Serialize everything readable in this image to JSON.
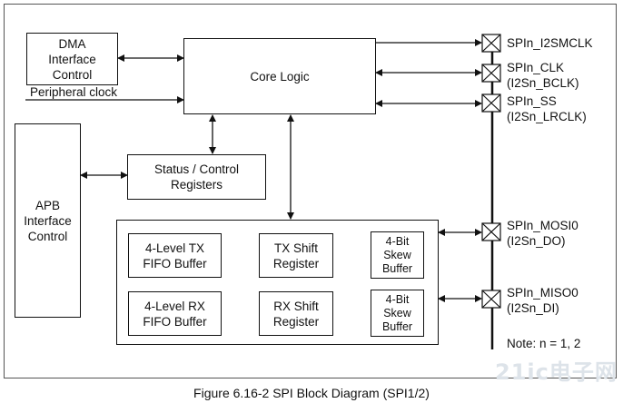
{
  "blocks": {
    "dma": "DMA\nInterface\nControl",
    "core": "Core Logic",
    "apb": "APB\nInterface\nControl",
    "status": "Status / Control\nRegisters",
    "tx_fifo": "4-Level TX\nFIFO Buffer",
    "tx_shift": "TX Shift\nRegister",
    "tx_skew": "4-Bit\nSkew\nBuffer",
    "rx_fifo": "4-Level RX\nFIFO Buffer",
    "rx_shift": "RX Shift\nRegister",
    "rx_skew": "4-Bit\nSkew\nBuffer"
  },
  "peripheral_clock": "Peripheral clock",
  "pins": [
    {
      "text": "SPIn_I2SMCLK"
    },
    {
      "text": "SPIn_CLK\n(I2Sn_BCLK)"
    },
    {
      "text": "SPIn_SS\n(I2Sn_LRCLK)"
    },
    {
      "text": "SPIn_MOSI0\n(I2Sn_DO)"
    },
    {
      "text": "SPIn_MISO0\n(I2Sn_DI)"
    }
  ],
  "note": "Note: n = 1, 2",
  "caption": "Figure 6.16-2 SPI Block Diagram (SPI1/2)",
  "watermark": "21ic电子网"
}
